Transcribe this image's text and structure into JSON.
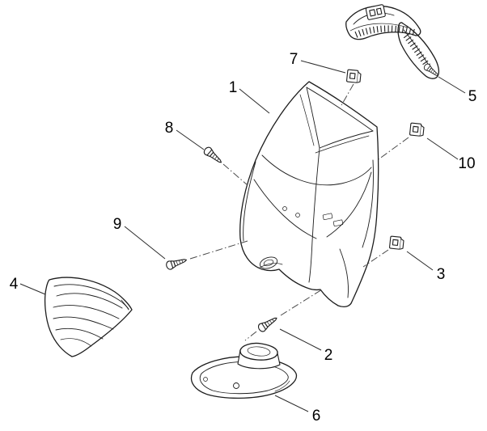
{
  "colors": {
    "background": "#ffffff",
    "line": "#1d1d1d",
    "label": "#000000"
  },
  "callouts": {
    "c1": "1",
    "c2": "2",
    "c3": "3",
    "c4": "4",
    "c5": "5",
    "c6": "6",
    "c7": "7",
    "c8": "8",
    "c9": "9",
    "c10": "10"
  }
}
